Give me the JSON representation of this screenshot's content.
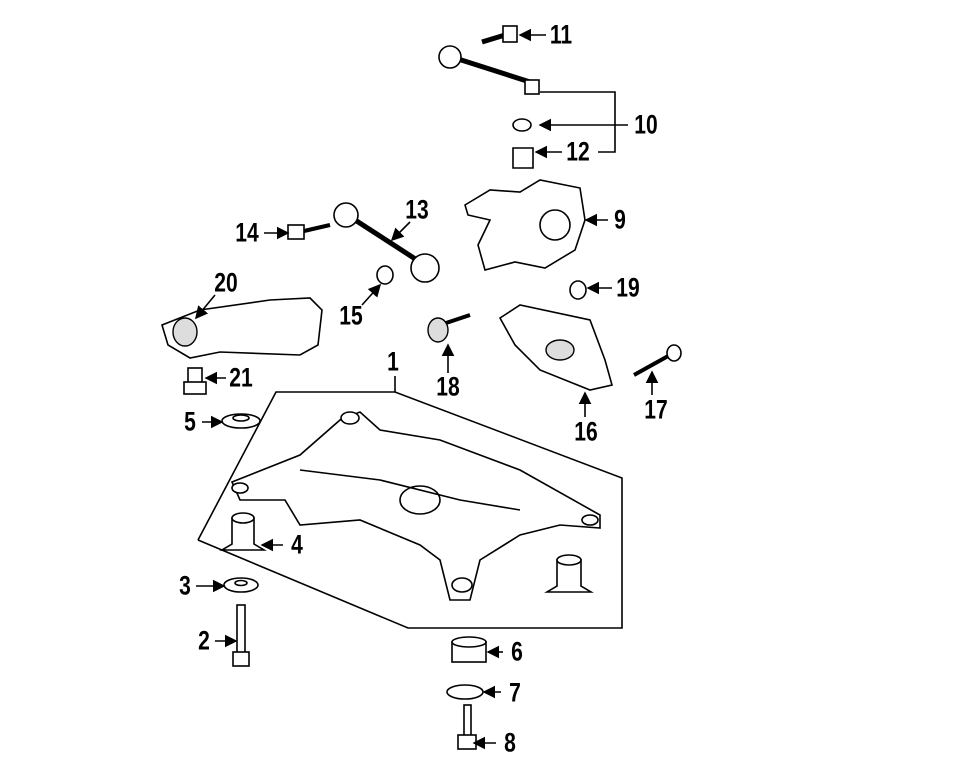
{
  "diagram": {
    "type": "exploded parts diagram - rear suspension subframe",
    "callouts": {
      "c1": "1",
      "c2": "2",
      "c3": "3",
      "c4": "4",
      "c5": "5",
      "c6": "6",
      "c7": "7",
      "c8": "8",
      "c9": "9",
      "c10": "10",
      "c11": "11",
      "c12": "12",
      "c13": "13",
      "c14": "14",
      "c15": "15",
      "c16": "16",
      "c17": "17",
      "c18": "18",
      "c19": "19",
      "c20": "20",
      "c21": "21"
    }
  }
}
